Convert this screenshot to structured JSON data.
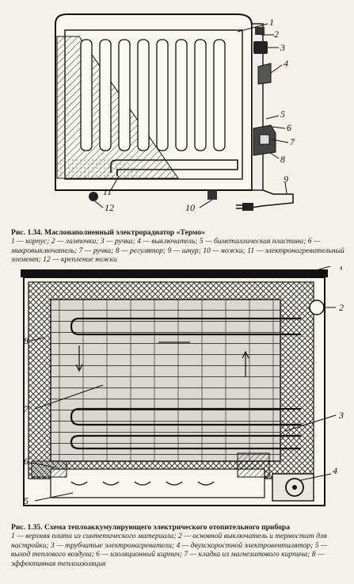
{
  "figure1": {
    "labels": [
      "1",
      "2",
      "3",
      "4",
      "5",
      "6",
      "7",
      "8",
      "9",
      "10",
      "11",
      "12"
    ],
    "caption_title": "Рис. 1.34. Маслонаполненный электрорадиатор «Термо»",
    "caption_text": "1 — корпус; 2 — лампочки; 3 — ручка; 4 — выключатель; 5 — биметаллическая пластина; 6 — микровыключатель; 7 — ручка; 8 — регулятор; 9 — шнур; 10 — ножки; 11 — электронагревательный элемент; 12 — крепление ножки"
  },
  "figure2": {
    "labels": [
      "1",
      "2",
      "3",
      "4",
      "5",
      "6",
      "7",
      "8"
    ],
    "caption_title": "Рис. 1.35. Схема теплоаккумулирующего электрического отопительного прибора",
    "caption_text": "1 — верхняя плита из синтетического материала; 2 — основной выключатель и термостат для настройки; 3 — трубчатые электронагреватели; 4 — двухскоростной электровентилятор; 5 — выход теплового воздуха; 6 — изоляционный кирпич; 7 — кладка из магнезитового кирпича; 8 — эффективная теплоизоляция"
  }
}
